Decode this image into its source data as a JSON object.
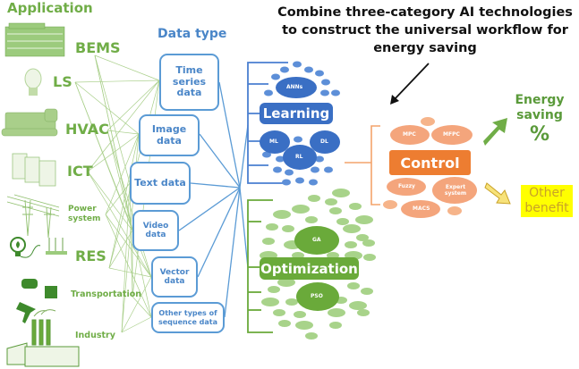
{
  "application": {
    "title": "Application",
    "items": [
      {
        "label": "BEMS",
        "icon": "office-building-icon"
      },
      {
        "label": "LS",
        "icon": "light-bulb-icon"
      },
      {
        "label": "HVAC",
        "icon": "chiller-unit-icon"
      },
      {
        "label": "ICT",
        "icon": "server-racks-icon"
      },
      {
        "label": "Power system",
        "icon": "power-transmission-tower-icon"
      },
      {
        "label": "RES",
        "icon": "renewable-energy-bulb-wind-turbine-icon"
      },
      {
        "label": "Transportation",
        "icon": "train-ship-plane-icon"
      },
      {
        "label": "Industry",
        "icon": "factory-icon"
      }
    ]
  },
  "data_type": {
    "title": "Data type",
    "items": [
      {
        "label": "Time series data"
      },
      {
        "label": "Image data"
      },
      {
        "label": "Text data"
      },
      {
        "label": "Video data"
      },
      {
        "label": "Vector data"
      },
      {
        "label": "Other types of sequence data"
      }
    ]
  },
  "headline": "Combine three-category AI technologies to construct the universal workflow for energy saving",
  "learning": {
    "label": "Learning",
    "color": "#3a6fc4",
    "methods": [
      "ANNs",
      "ML",
      "DL",
      "RL"
    ]
  },
  "optimization": {
    "label": "Optimization",
    "color": "#6aaa3a",
    "methods": [
      "GA",
      "PSO"
    ]
  },
  "control": {
    "label": "Control",
    "color": "#ed7d31",
    "methods": [
      "MPC",
      "MFPC",
      "Fuzzy",
      "Expert system",
      "MACS"
    ]
  },
  "outcomes": {
    "energy_saving": "Energy saving",
    "energy_unit": "%",
    "other_benefit": "Other benefit"
  }
}
